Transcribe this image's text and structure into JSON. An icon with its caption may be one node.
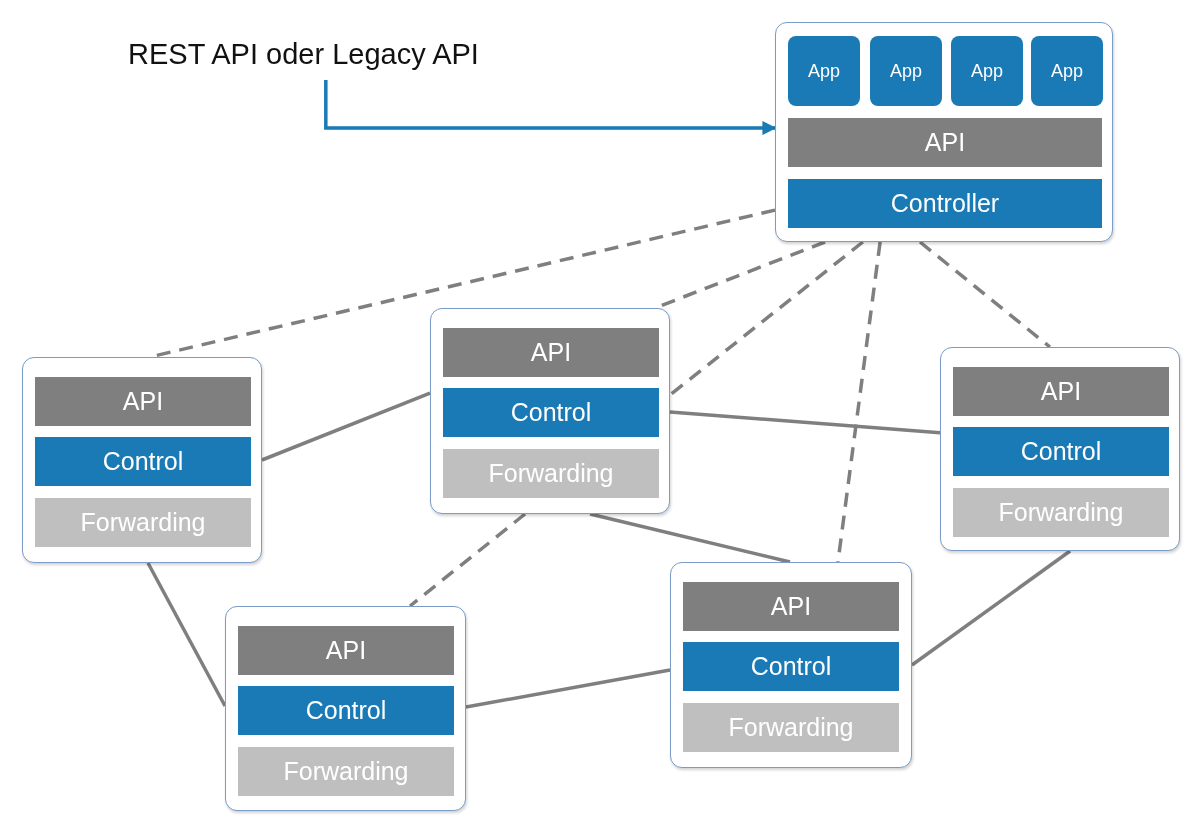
{
  "diagram": {
    "nodes": [
      {
        "text": [
          "REST API oder Legacy API"
        ]
      },
      {
        "text": [],
        "shape": "box"
      },
      {
        "text": [
          "App"
        ],
        "in": 1
      },
      {
        "text": [
          "App"
        ],
        "in": 1
      },
      {
        "text": [
          "App"
        ],
        "in": 1
      },
      {
        "text": [
          "App"
        ],
        "in": 1
      },
      {
        "text": [
          "API"
        ],
        "in": 1
      },
      {
        "text": [
          "Controller"
        ],
        "in": 1
      },
      {
        "text": [],
        "shape": "box"
      },
      {
        "text": [
          "API"
        ],
        "in": 8
      },
      {
        "text": [
          "Control"
        ],
        "in": 8
      },
      {
        "text": [
          "Forwarding"
        ],
        "in": 8
      },
      {
        "text": [],
        "shape": "box"
      },
      {
        "text": [
          "API"
        ],
        "in": 12
      },
      {
        "text": [
          "Control"
        ],
        "in": 12
      },
      {
        "text": [
          "Forwarding"
        ],
        "in": 12
      },
      {
        "text": [],
        "shape": "box"
      },
      {
        "text": [
          "API"
        ],
        "in": 16
      },
      {
        "text": [
          "Control"
        ],
        "in": 16
      },
      {
        "text": [
          "Forwarding"
        ],
        "in": 16
      },
      {
        "text": [],
        "shape": "box"
      },
      {
        "text": [
          "API"
        ],
        "in": 20
      },
      {
        "text": [
          "Control"
        ],
        "in": 20
      },
      {
        "text": [
          "Forwarding"
        ],
        "in": 20
      },
      {
        "text": [],
        "shape": "box"
      },
      {
        "text": [
          "API"
        ],
        "in": 24
      },
      {
        "text": [
          "Control"
        ],
        "in": 24
      },
      {
        "text": [
          "Forwarding"
        ],
        "in": 24
      }
    ],
    "edges": [
      {
        "from": 0,
        "to": 1,
        "arrow": "to",
        "color": "#1a7ab5"
      },
      {
        "from": 1,
        "to": 8,
        "arrow": "none",
        "style": "dashed"
      },
      {
        "from": 1,
        "to": 12,
        "arrow": "none",
        "style": "dashed"
      },
      {
        "from": 1,
        "to": 12,
        "arrow": "none",
        "style": "dashed"
      },
      {
        "from": 1,
        "to": 24,
        "arrow": "none",
        "style": "dashed"
      },
      {
        "from": 1,
        "to": 16,
        "arrow": "none",
        "style": "dashed"
      },
      {
        "from": 8,
        "to": 12,
        "arrow": "none"
      },
      {
        "from": 8,
        "to": 20,
        "arrow": "none"
      },
      {
        "from": 12,
        "to": 16,
        "arrow": "none"
      },
      {
        "from": 12,
        "to": 24,
        "arrow": "none"
      },
      {
        "from": 20,
        "to": 24,
        "arrow": "none"
      },
      {
        "from": 24,
        "to": 16,
        "arrow": "none"
      },
      {
        "from": 12,
        "to": 20,
        "arrow": "none",
        "style": "dashed"
      }
    ]
  }
}
